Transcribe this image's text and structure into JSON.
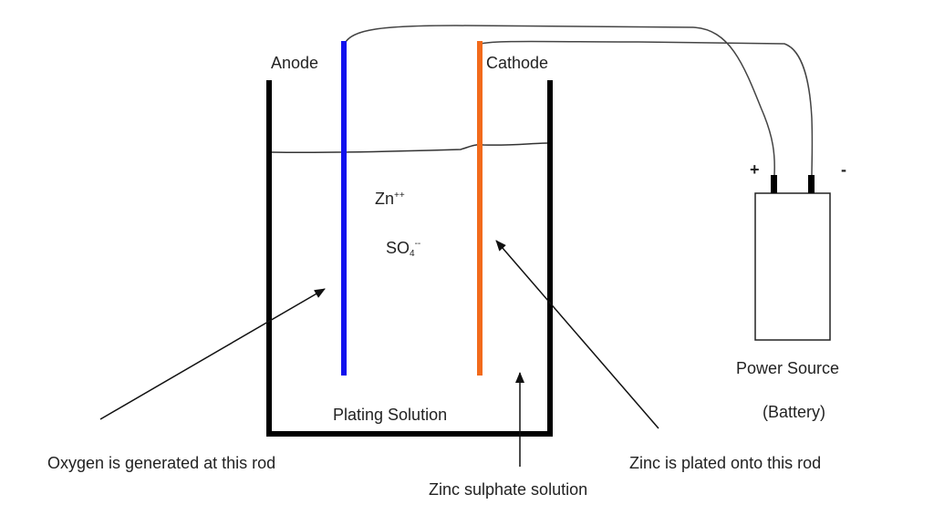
{
  "labels": {
    "anode": "Anode",
    "cathode": "Cathode",
    "zn_ion": "Zn",
    "zn_charge": "++",
    "sulphate_ion": "SO",
    "sulphate_sub": "4",
    "sulphate_charge": "--",
    "plating_solution": "Plating Solution",
    "power_source": "Power Source",
    "battery": "(Battery)",
    "plus": "+",
    "minus": "-",
    "oxygen_note": "Oxygen is generated at this rod",
    "zinc_note": "Zinc is plated onto this rod",
    "zinc_sulphate_note": "Zinc sulphate solution"
  },
  "colors": {
    "anode": "#1010ee",
    "cathode": "#f26a1b",
    "beaker": "#000000"
  }
}
